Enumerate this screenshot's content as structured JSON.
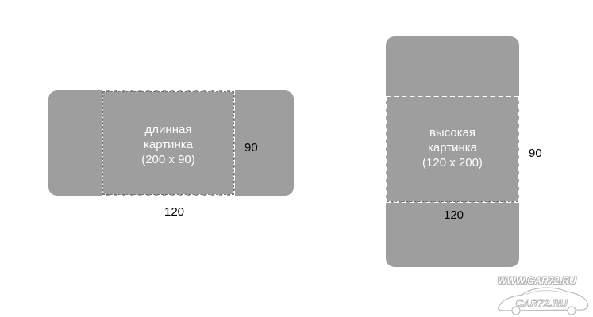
{
  "colors": {
    "box": "#9e9e9e",
    "crop_border": "#ffffff",
    "text_inside": "#ffffff",
    "text_dim": "#000000"
  },
  "left_diagram": {
    "caption_lines": [
      "длинная",
      "картинка",
      "(200 x 90)"
    ],
    "height_label": "90",
    "width_label": "120"
  },
  "right_diagram": {
    "caption_lines": [
      "высокая",
      "картинка",
      "(120 x 200)"
    ],
    "height_label": "90",
    "width_label": "120"
  },
  "watermark": {
    "url": "WWW.CAR72.RU",
    "logo_text": "CAR72.RU",
    "logo_icon": "car-silhouette-icon"
  }
}
